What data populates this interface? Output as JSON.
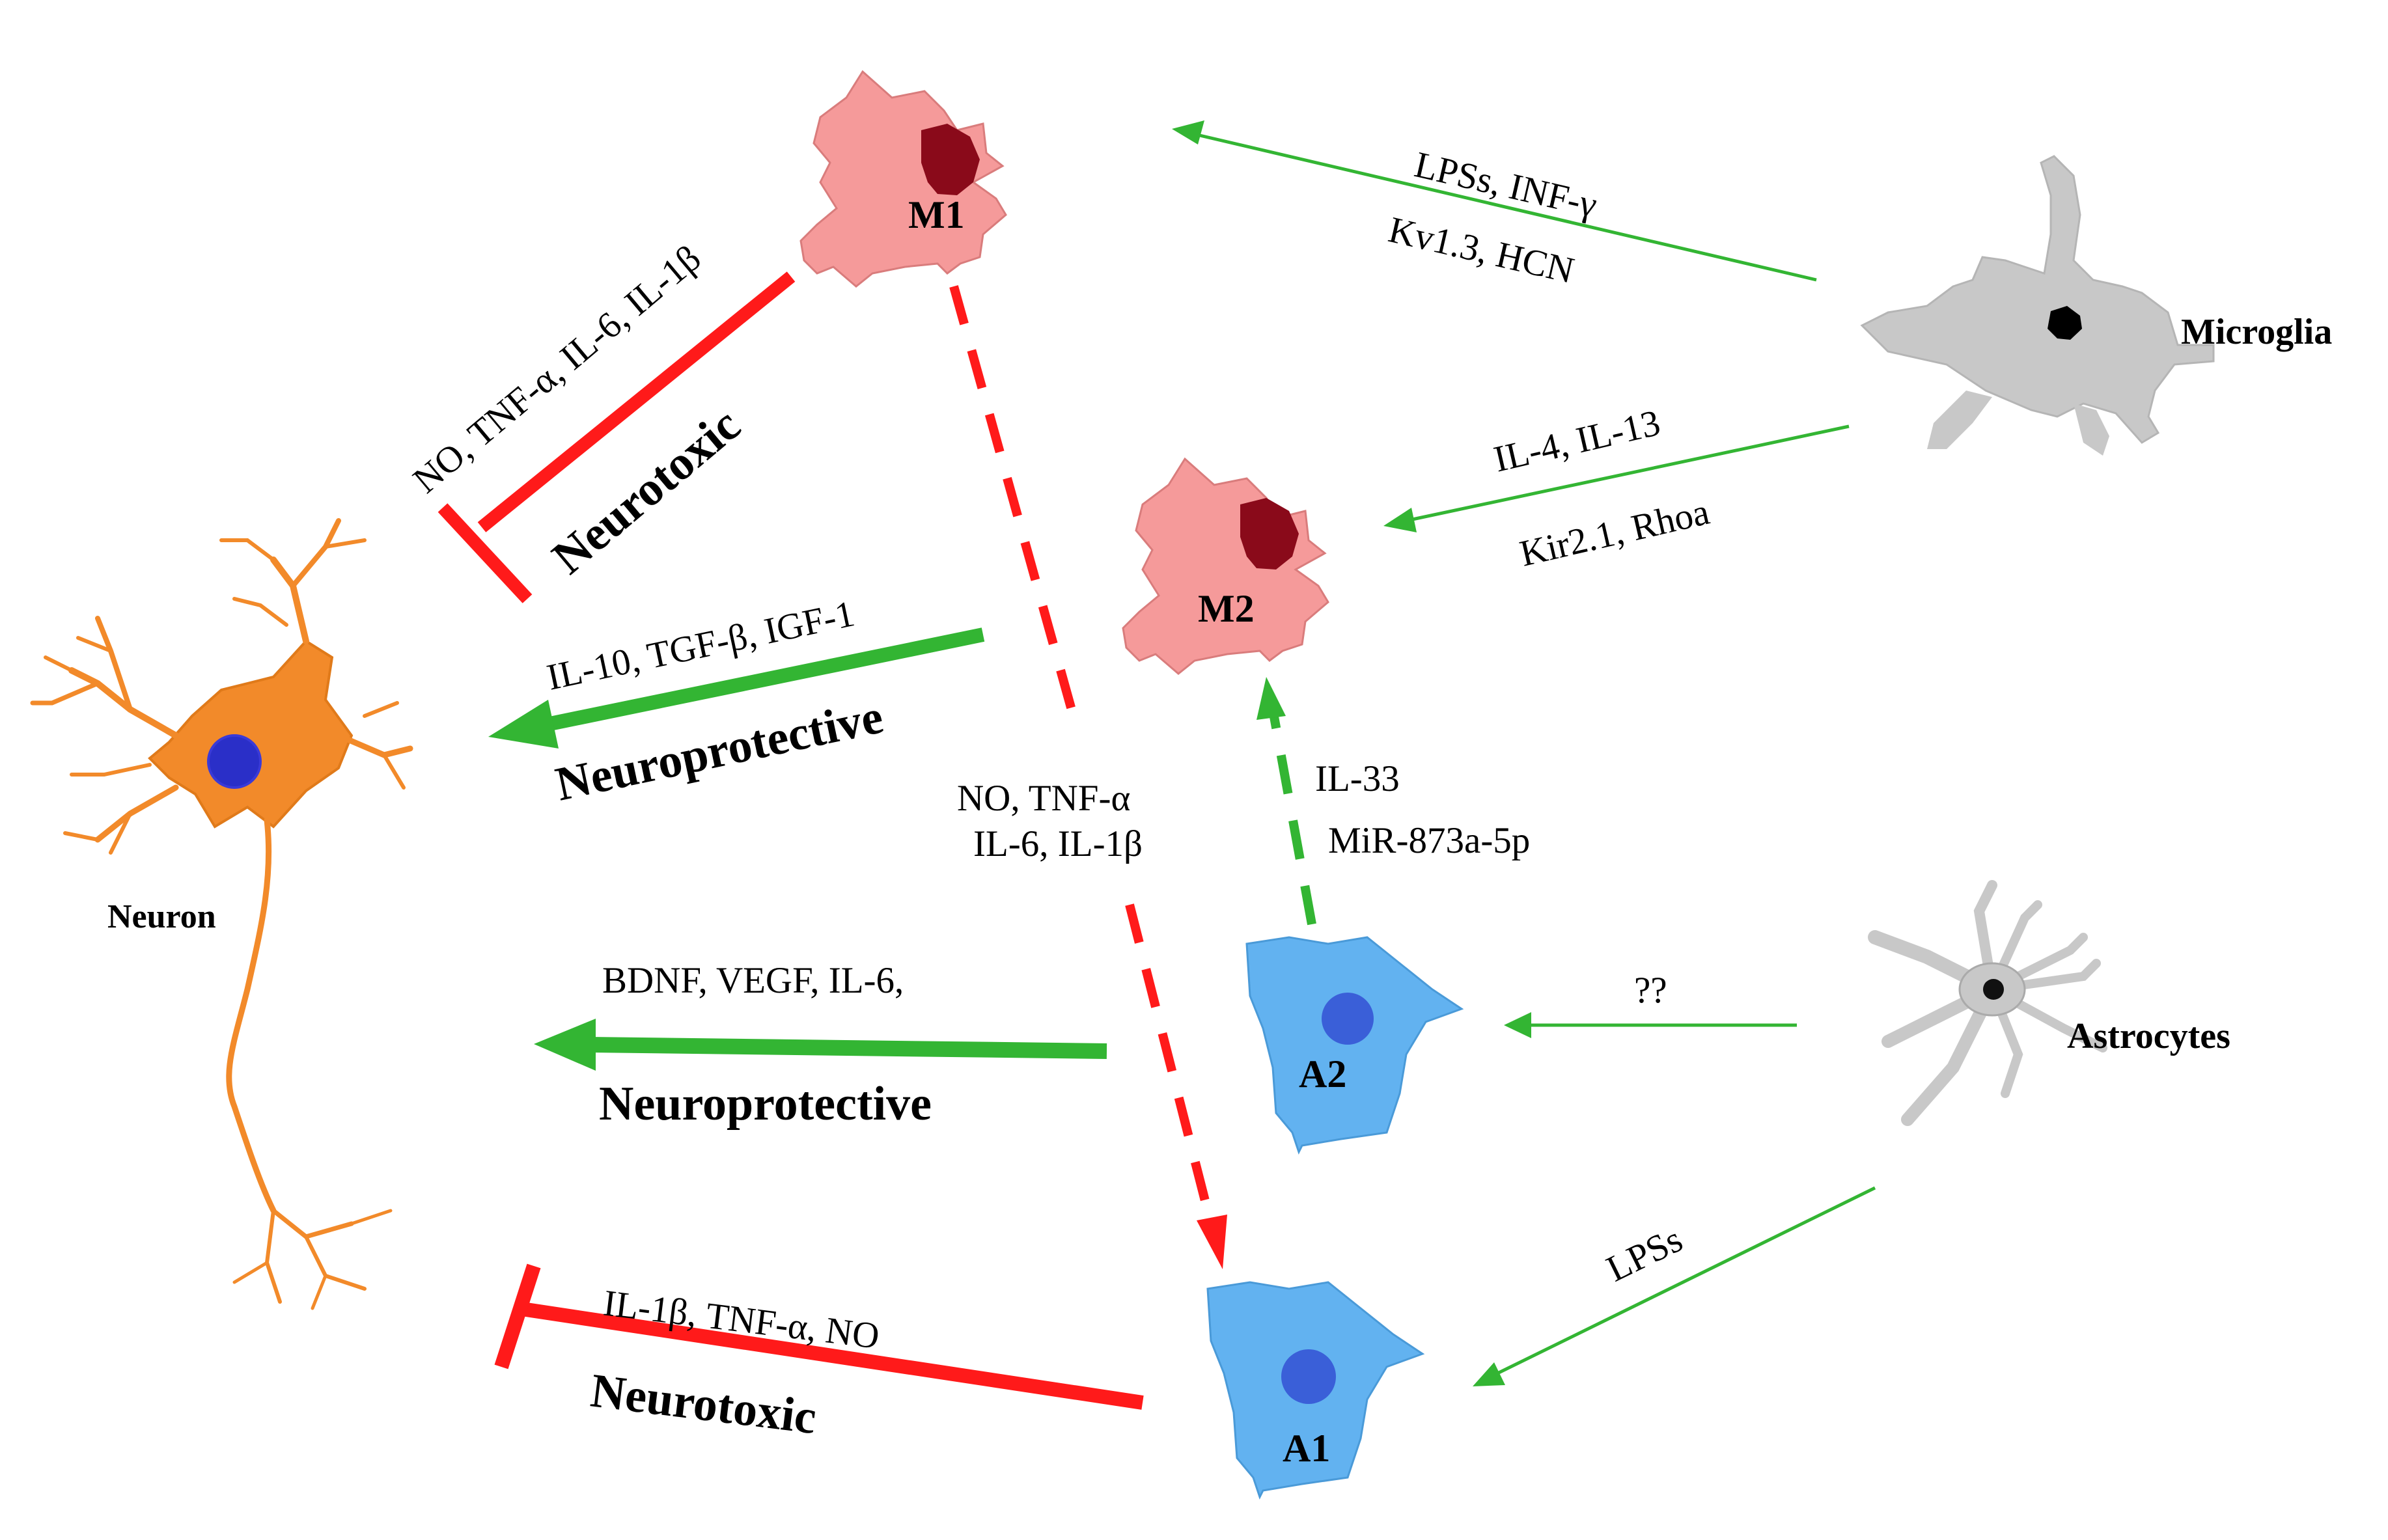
{
  "cells": {
    "m1": "M1",
    "m2": "M2",
    "a1": "A1",
    "a2": "A2",
    "microglia": "Microglia",
    "astrocytes": "Astrocytes",
    "neuron": "Neuron"
  },
  "labels": {
    "microglia_to_m1_line1": "LPSs, INF-γ",
    "microglia_to_m1_line2": "Kv1.3, HCN",
    "microglia_to_m2_line1": "IL-4, IL-13",
    "microglia_to_m2_line2": "Kir2.1, Rhoa",
    "m1_to_neuron_factors": "NO, TNF-α, IL-6, IL-1β",
    "m1_to_neuron_effect": "Neurotoxic",
    "m2_to_neuron_factors": "IL-10, TGF-β, IGF-1",
    "m2_to_neuron_effect": "Neuroprotective",
    "m1_to_a1_line1": "NO, TNF-α",
    "m1_to_a1_line2": "IL-6, IL-1β",
    "a2_to_m2_line1": "IL-33",
    "a2_to_m2_line2": "MiR-873a-5p",
    "astro_to_a2": "??",
    "a2_to_neuron_factors": "BDNF,  VEGF,  IL-6,",
    "a2_to_neuron_effect": "Neuroprotective",
    "astro_to_a1": "LPSs",
    "a1_to_neuron_factors": "IL-1β, TNF-α, NO",
    "a1_to_neuron_effect": "Neurotoxic"
  },
  "colors": {
    "microglia_cell": "#f59a9a",
    "microglia_nucleus": "#8a0a1a",
    "astrocyte_cell": "#62b2f0",
    "astrocyte_nucleus": "#3a5fd8",
    "neuron_body": "#f28a2a",
    "neuron_nucleus": "#2a2fc8",
    "resting_cell": "#c8c8c8",
    "stimulus_arrow": "#33b533",
    "protective_arrow": "#33b533",
    "toxic_inhibit": "#ff1a1a",
    "crosstalk_dashed": "#ff1a1a"
  }
}
